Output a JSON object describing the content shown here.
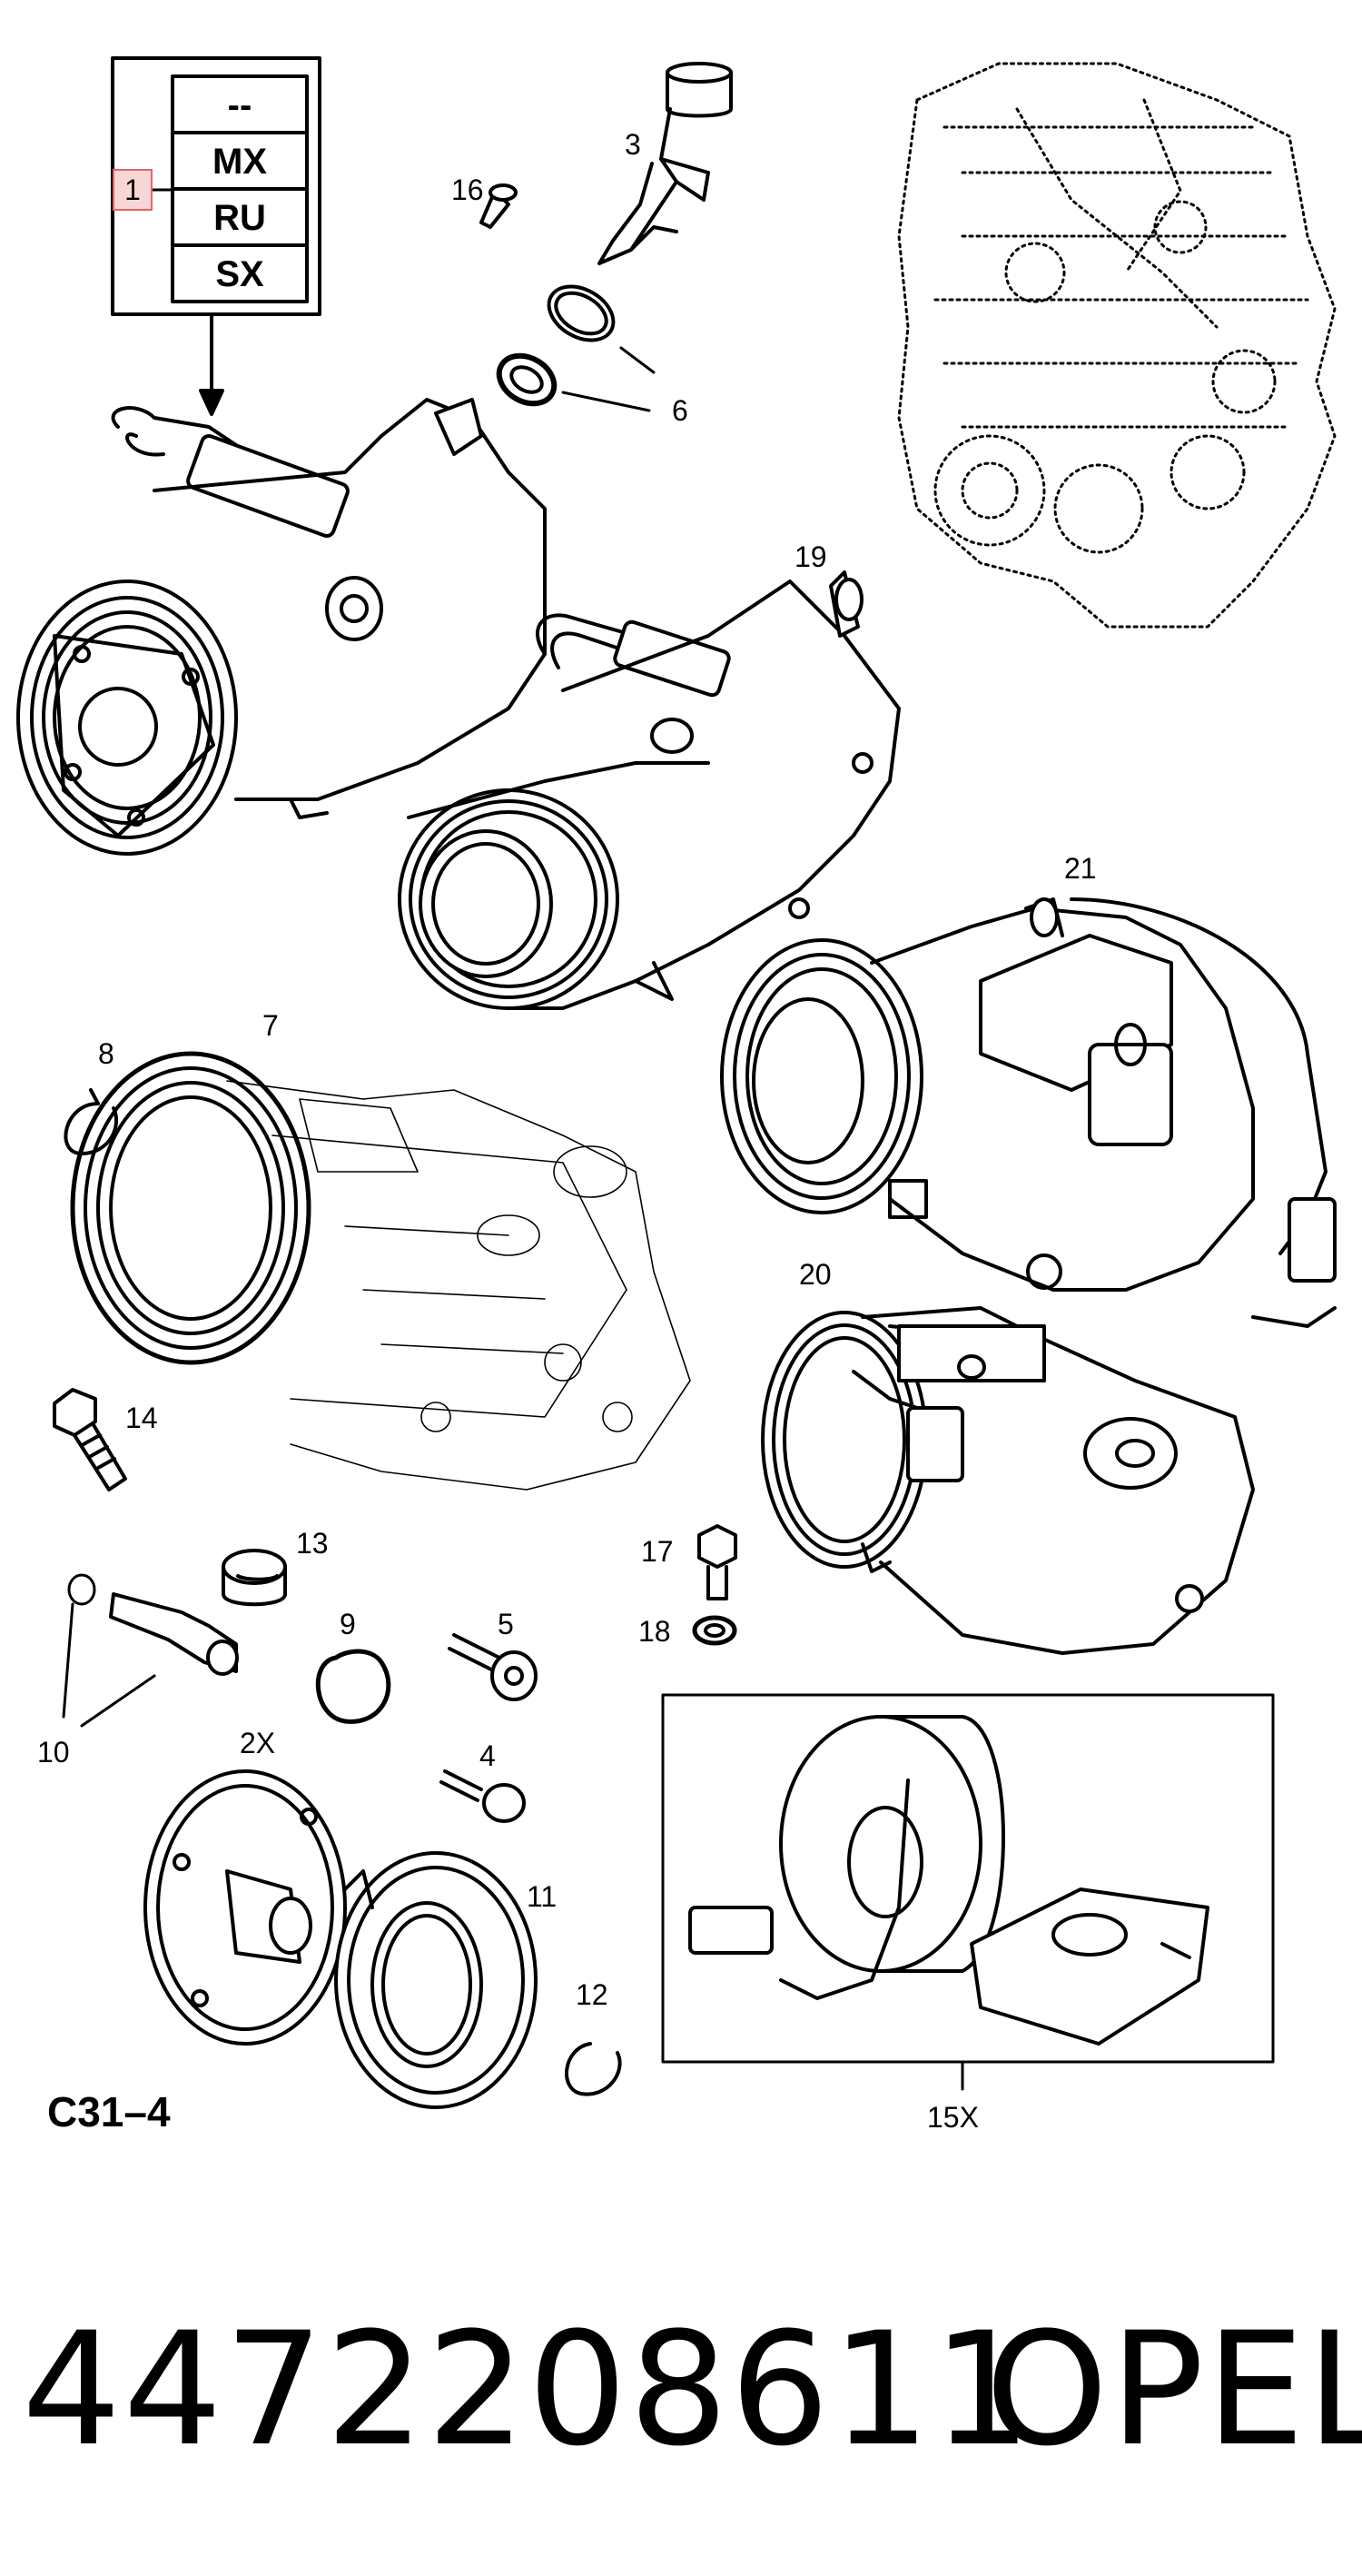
{
  "variant_table": [
    "--",
    "MX",
    "RU",
    "SX"
  ],
  "callout_label": "1",
  "part_labels": {
    "p2x": "2X",
    "p3": "3",
    "p4": "4",
    "p5": "5",
    "p6": "6",
    "p7": "7",
    "p8": "8",
    "p9": "9",
    "p10": "10",
    "p11": "11",
    "p12": "12",
    "p13": "13",
    "p14": "14",
    "p15x": "15X",
    "p16": "16",
    "p17": "17",
    "p18": "18",
    "p19": "19",
    "p20": "20",
    "p21": "21"
  },
  "diagram_code": "C31–4",
  "part_number": "4472208611",
  "brand": "OPEL"
}
